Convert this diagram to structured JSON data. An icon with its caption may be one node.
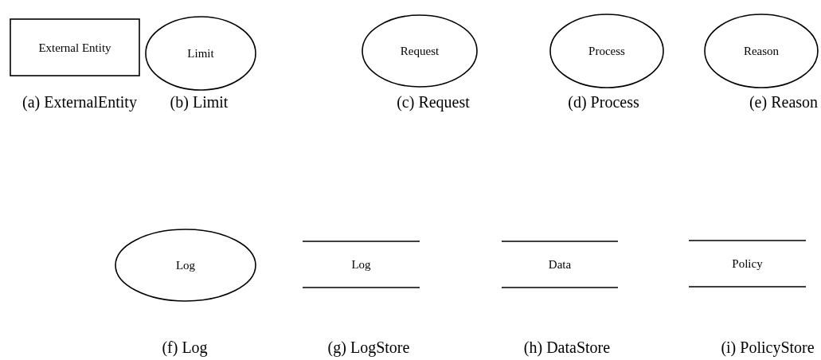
{
  "diagram": {
    "nodes": [
      {
        "text": [
          "External Entity"
        ]
      },
      {
        "text": [
          "Limit"
        ]
      },
      {
        "text": [
          "Request"
        ]
      },
      {
        "text": [
          "Process"
        ]
      },
      {
        "text": [
          "Reason"
        ]
      },
      {
        "text": [
          "Log"
        ]
      },
      {
        "text": [
          "Log"
        ]
      },
      {
        "text": [
          "Data"
        ]
      },
      {
        "text": [
          "Policy"
        ]
      }
    ],
    "labels": [
      "(a) ExternalEntity",
      "(b) Limit",
      "(c) Request",
      "(d) Process",
      "(e) Reason",
      "(f) Log",
      "(g) LogStore",
      "(h) DataStore",
      "(i) PolicyStore"
    ]
  }
}
